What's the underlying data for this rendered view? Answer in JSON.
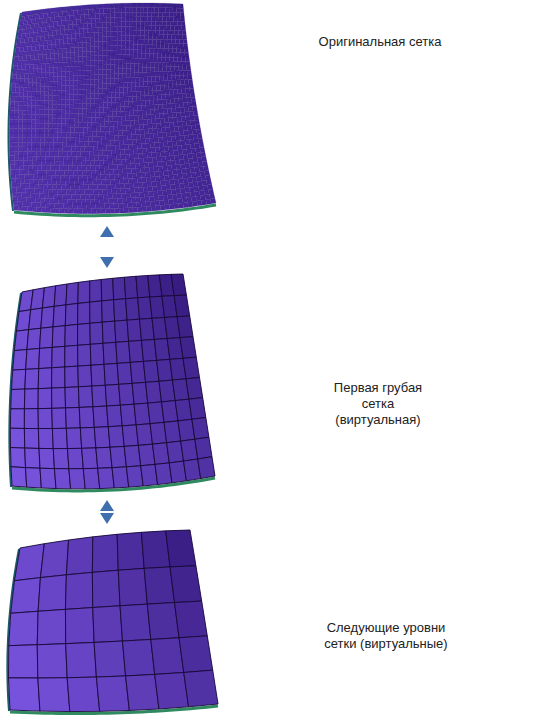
{
  "diagram": {
    "nodes": [
      {
        "text": [
          "Оригинальная сетка"
        ]
      },
      {
        "text": [
          "Первая грубая сетка (виртуальная)"
        ]
      },
      {
        "text": [
          "Следующие уровни сетки (виртуальные)"
        ]
      }
    ],
    "edges": [
      {
        "from": 0,
        "to": 1,
        "arrow": "both"
      },
      {
        "from": 1,
        "to": 2,
        "arrow": "both"
      }
    ]
  }
}
